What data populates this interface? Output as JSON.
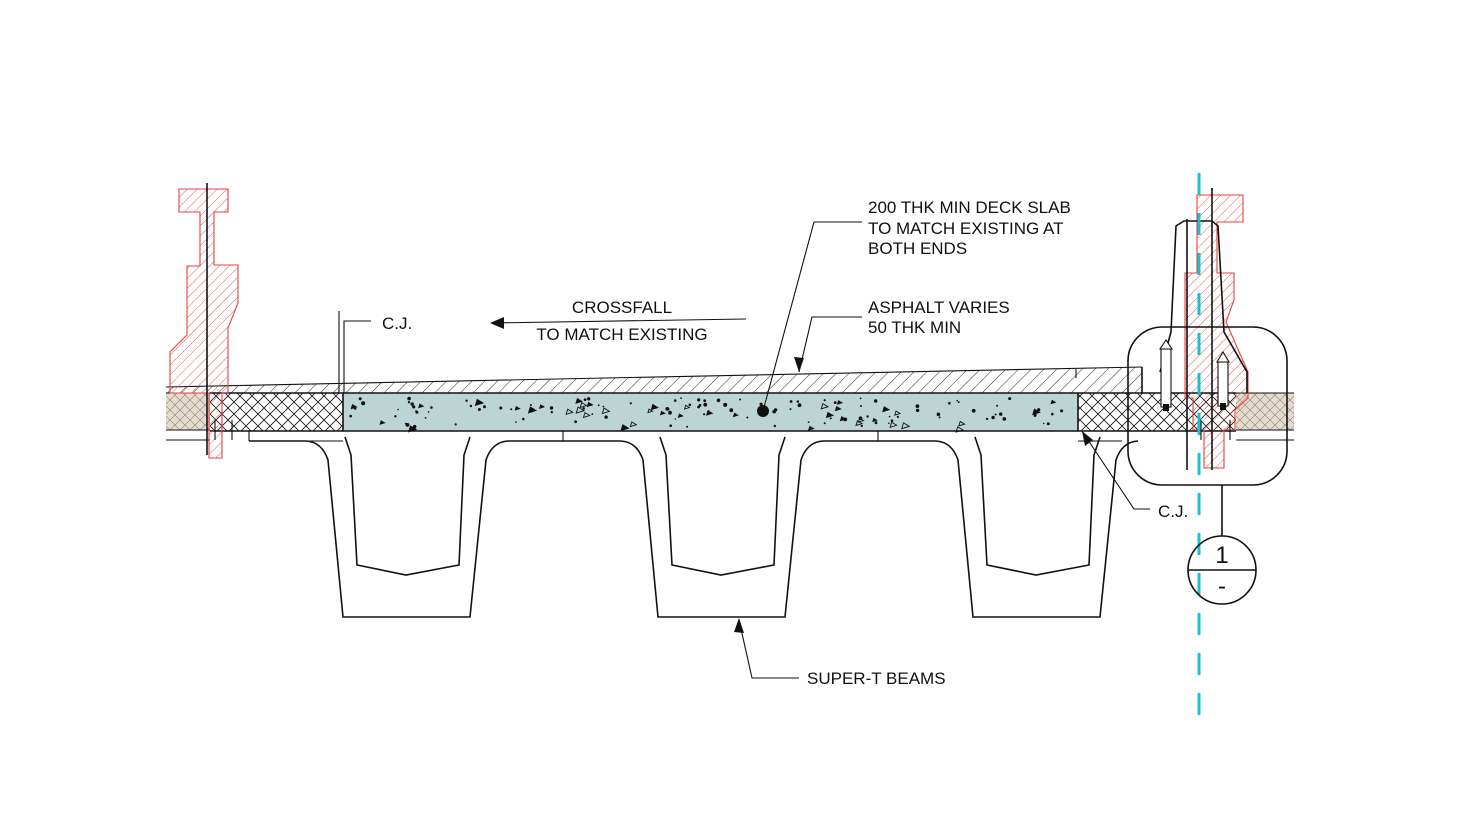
{
  "labels": {
    "deck_slab": [
      "200 THK MIN DECK SLAB",
      "TO MATCH EXISTING AT",
      "BOTH ENDS"
    ],
    "asphalt": [
      "ASPHALT VARIES",
      "50 THK MIN"
    ],
    "crossfall": [
      "CROSSFALL",
      "TO MATCH EXISTING"
    ],
    "cj_left": "C.J.",
    "cj_right": "C.J.",
    "beams": "SUPER-T BEAMS"
  },
  "section_callout": {
    "number": "1",
    "sheet": "-"
  },
  "colors": {
    "line": "#111111",
    "existing_structure": "#e0453f",
    "centerline": "#18c0d2",
    "concrete_fill": "#bcd4d4",
    "pavement_fill": "#e4dccf"
  }
}
